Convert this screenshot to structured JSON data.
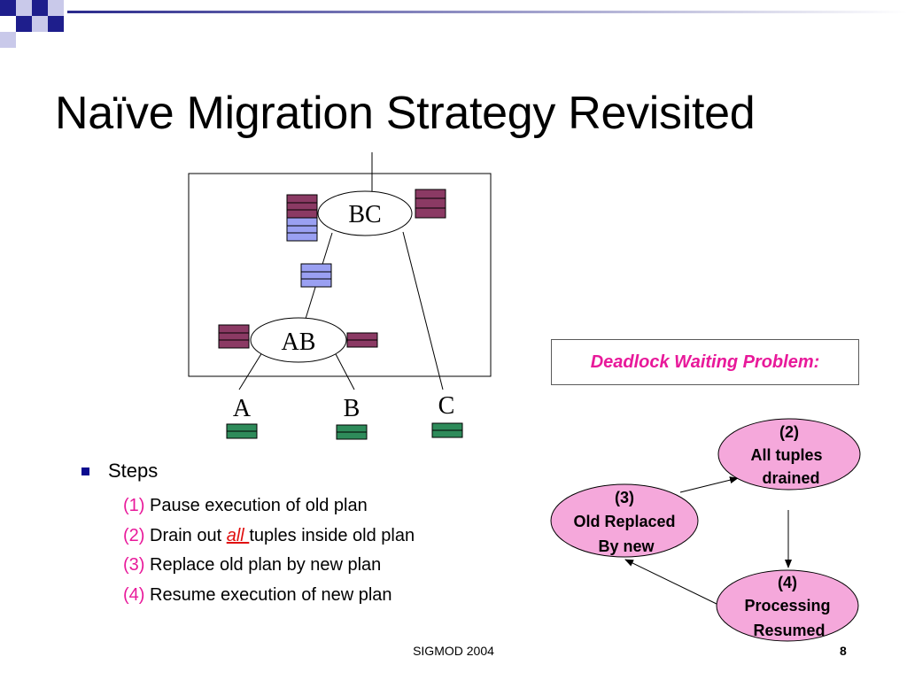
{
  "slide": {
    "title": "Naïve Migration Strategy Revisited",
    "footer": "SIGMOD 2004",
    "page_number": "8"
  },
  "plan_diagram": {
    "operators": {
      "top": "BC",
      "bottom": "AB"
    },
    "sources": {
      "a": "A",
      "b": "B",
      "c": "C"
    },
    "colors": {
      "state_tuples": "#8b3a64",
      "queued_tuples": "#9aa0f2",
      "source_tuples": "#2e8b5a"
    }
  },
  "callout": {
    "text": "Deadlock Waiting Problem:"
  },
  "steps": {
    "heading": "Steps",
    "items": [
      {
        "num": "(1)",
        "before": "Pause execution of old plan",
        "emph": "",
        "after": ""
      },
      {
        "num": "(2)",
        "before": "Drain out ",
        "emph": "all ",
        "after": "tuples inside old plan"
      },
      {
        "num": "(3)",
        "before": "Replace old plan by new plan",
        "emph": "",
        "after": ""
      },
      {
        "num": "(4)",
        "before": "Resume execution of new plan",
        "emph": "",
        "after": ""
      }
    ]
  },
  "cycle": {
    "node2": {
      "num": "(2)",
      "line1": "All tuples",
      "line2": "drained"
    },
    "node3": {
      "num": "(3)",
      "line1": "Old Replaced",
      "line2": "By new"
    },
    "node4": {
      "num": "(4)",
      "line1": "Processing",
      "line2": "Resumed"
    },
    "colors": {
      "node_fill": "#f5a8db"
    }
  }
}
